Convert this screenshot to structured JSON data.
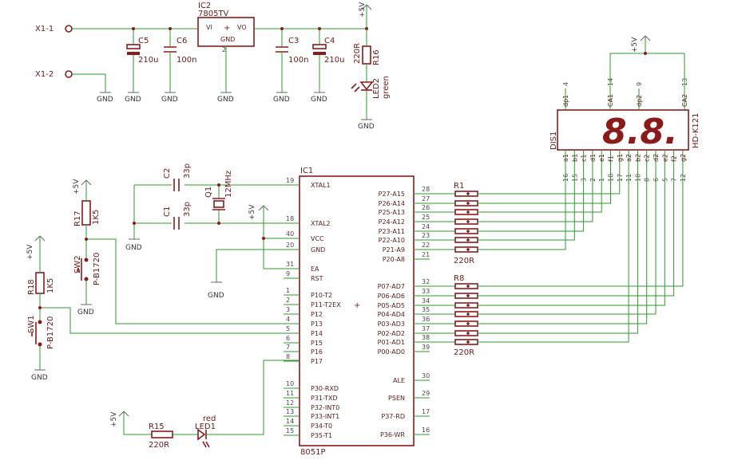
{
  "connectors": {
    "x1_1": "X1-1",
    "x1_2": "X1-2"
  },
  "regulator": {
    "name": "IC2",
    "value": "7805TV",
    "vi": "VI",
    "vo": "VO",
    "gnd": "GND",
    "gnd_pin": "2"
  },
  "caps": {
    "c5": {
      "name": "C5",
      "value": "210u"
    },
    "c6": {
      "name": "C6",
      "value": "100n"
    },
    "c3": {
      "name": "C3",
      "value": "100n"
    },
    "c4": {
      "name": "C4",
      "value": "210u"
    },
    "c2": {
      "name": "C2",
      "value": "33p"
    },
    "c1": {
      "name": "C1",
      "value": "33p"
    }
  },
  "crystal": {
    "name": "Q1",
    "value": "12MHz"
  },
  "supply": {
    "plus5v": "+5V",
    "gnd": "GND"
  },
  "resistors": {
    "r16": {
      "name": "R16",
      "value": "220R"
    },
    "r17": {
      "name": "R17",
      "value": "1K5"
    },
    "r18": {
      "name": "R18",
      "value": "1K5"
    },
    "r15": {
      "name": "R15",
      "value": "220R"
    },
    "r1": {
      "name": "R1",
      "value": "220R"
    },
    "r8": {
      "name": "R8",
      "value": "220R"
    }
  },
  "leds": {
    "led2": {
      "name": "LED2",
      "color": "green"
    },
    "led1": {
      "name": "LED1",
      "color": "red"
    }
  },
  "switches": {
    "sw1": {
      "name": "SW1",
      "value": "P-B1720"
    },
    "sw2": {
      "name": "SW2",
      "value": "P-B1720"
    }
  },
  "mcu": {
    "name": "IC1",
    "value": "8051P",
    "left_pins": [
      {
        "num": "19",
        "label": "XTAL1"
      },
      {
        "num": "18",
        "label": "XTAL2"
      },
      {
        "num": "40",
        "label": "VCC"
      },
      {
        "num": "20",
        "label": "GND"
      },
      {
        "num": "31",
        "label": "EA"
      },
      {
        "num": "9",
        "label": "RST"
      },
      {
        "num": "1",
        "label": "P10-T2"
      },
      {
        "num": "2",
        "label": "P11-T2EX"
      },
      {
        "num": "3",
        "label": "P12"
      },
      {
        "num": "4",
        "label": "P13"
      },
      {
        "num": "5",
        "label": "P14"
      },
      {
        "num": "6",
        "label": "P15"
      },
      {
        "num": "7",
        "label": "P16"
      },
      {
        "num": "8",
        "label": "P17"
      },
      {
        "num": "10",
        "label": "P30-RXD"
      },
      {
        "num": "11",
        "label": "P31-TXD"
      },
      {
        "num": "12",
        "label": "P32-INT0"
      },
      {
        "num": "13",
        "label": "P33-INT1"
      },
      {
        "num": "14",
        "label": "P34-T0"
      },
      {
        "num": "15",
        "label": "P35-T1"
      }
    ],
    "right_pins": [
      {
        "num": "28",
        "label": "P27-A15"
      },
      {
        "num": "27",
        "label": "P26-A14"
      },
      {
        "num": "26",
        "label": "P25-A13"
      },
      {
        "num": "25",
        "label": "P24-A12"
      },
      {
        "num": "24",
        "label": "P23-A11"
      },
      {
        "num": "23",
        "label": "P22-A10"
      },
      {
        "num": "22",
        "label": "P21-A9"
      },
      {
        "num": "21",
        "label": "P20-A8"
      },
      {
        "num": "32",
        "label": "P07-AD7"
      },
      {
        "num": "33",
        "label": "P06-AD6"
      },
      {
        "num": "34",
        "label": "P05-AD5"
      },
      {
        "num": "35",
        "label": "P04-AD4"
      },
      {
        "num": "36",
        "label": "P03-AD3"
      },
      {
        "num": "37",
        "label": "P02-AD2"
      },
      {
        "num": "38",
        "label": "P01-AD1"
      },
      {
        "num": "39",
        "label": "P00-AD0"
      },
      {
        "num": "30",
        "label": "ALE"
      },
      {
        "num": "29",
        "label": "PSEN"
      },
      {
        "num": "17",
        "label": "P37-RD"
      },
      {
        "num": "16",
        "label": "P36-WR"
      }
    ]
  },
  "display": {
    "name": "DIS1",
    "value": "HD-K121",
    "digits": "8.8.",
    "top_pins": [
      {
        "num": "4",
        "label": "dp1"
      },
      {
        "num": "14",
        "label": "CA1"
      },
      {
        "num": "9",
        "label": "dp2"
      },
      {
        "num": "13",
        "label": "CA2"
      }
    ],
    "bottom_pins": [
      {
        "num": "16",
        "label": "a1"
      },
      {
        "num": "15",
        "label": "b1"
      },
      {
        "num": "3",
        "label": "c1"
      },
      {
        "num": "2",
        "label": "d1"
      },
      {
        "num": "1",
        "label": "e1"
      },
      {
        "num": "18",
        "label": "f1"
      },
      {
        "num": "17",
        "label": "g1"
      },
      {
        "num": "11",
        "label": "a2"
      },
      {
        "num": "10",
        "label": "b2"
      },
      {
        "num": "8",
        "label": "c2"
      },
      {
        "num": "6",
        "label": "d2"
      },
      {
        "num": "5",
        "label": "e2"
      },
      {
        "num": "7",
        "label": "f2"
      },
      {
        "num": "12",
        "label": "g2"
      }
    ]
  }
}
